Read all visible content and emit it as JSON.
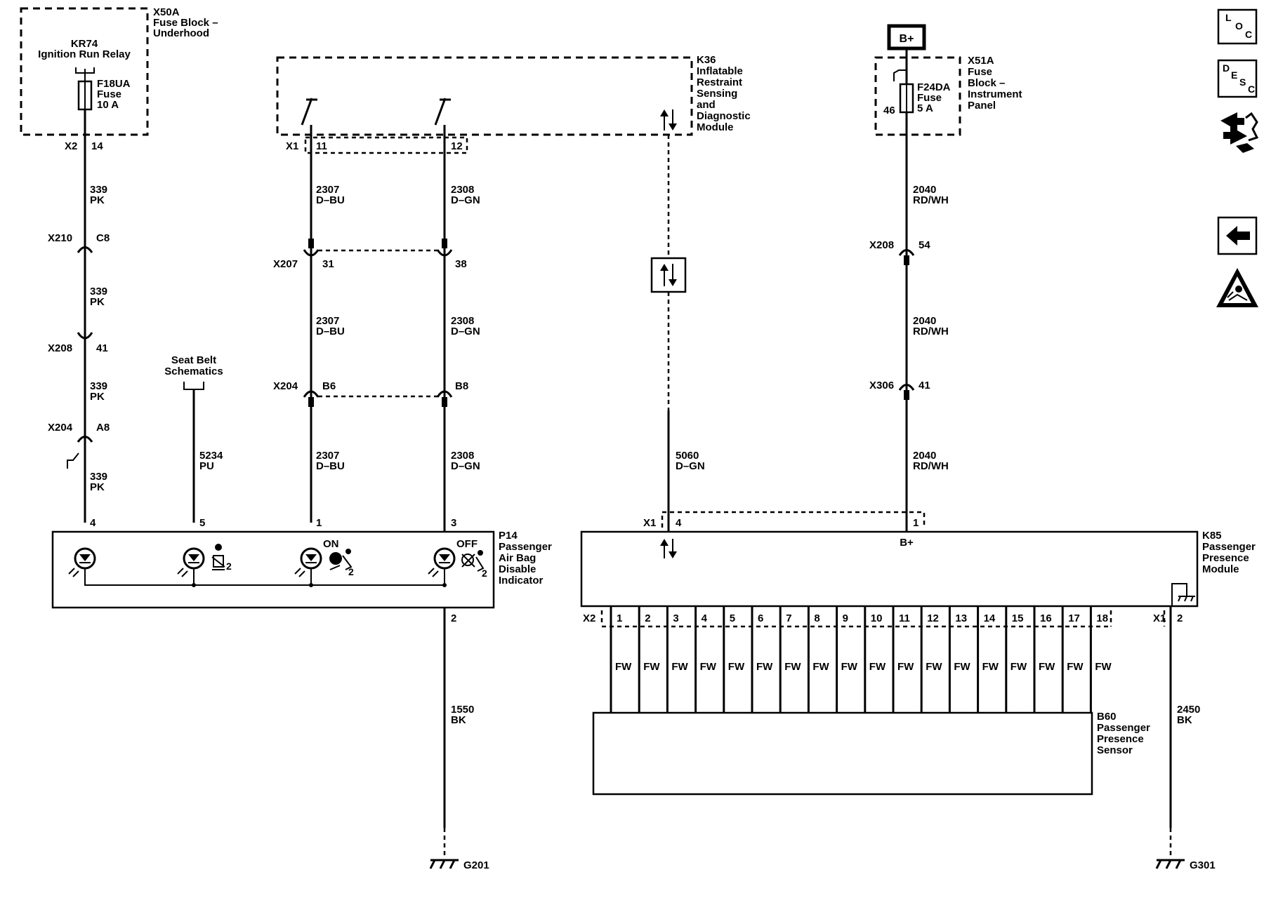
{
  "modules": {
    "x50a": {
      "id": "X50A",
      "name_l1": "Fuse Block –",
      "name_l2": "Underhood"
    },
    "kr74": {
      "id": "KR74",
      "name": "Ignition Run Relay"
    },
    "f18ua": {
      "id": "F18UA",
      "l2": "Fuse",
      "l3": "10 A"
    },
    "k36": {
      "id": "K36",
      "l1": "Inflatable",
      "l2": "Restraint",
      "l3": "Sensing",
      "l4": "and",
      "l5": "Diagnostic",
      "l6": "Module"
    },
    "bplus": "B+",
    "x51a": {
      "id": "X51A",
      "l1": "Fuse",
      "l2": "Block –",
      "l3": "Instrument",
      "l4": "Panel"
    },
    "f24da": {
      "id": "F24DA",
      "l2": "Fuse",
      "l3": "5 A",
      "pin": "46"
    },
    "seatbelt": {
      "l1": "Seat Belt",
      "l2": "Schematics"
    },
    "p14": {
      "id": "P14",
      "l1": "Passenger",
      "l2": "Air Bag",
      "l3": "Disable",
      "l4": "Indicator",
      "on": "ON",
      "off": "OFF",
      "sub": "2"
    },
    "k85": {
      "id": "K85",
      "l1": "Passenger",
      "l2": "Presence",
      "l3": "Module",
      "bplus": "B+"
    },
    "b60": {
      "id": "B60",
      "l1": "Passenger",
      "l2": "Presence",
      "l3": "Sensor"
    },
    "g201": "G201",
    "g301": "G301"
  },
  "connectors": {
    "x2_14": {
      "c": "X2",
      "p": "14"
    },
    "x210_c8": {
      "c": "X210",
      "p": "C8"
    },
    "x208_41": {
      "c": "X208",
      "p": "41"
    },
    "x204_a8": {
      "c": "X204",
      "p": "A8"
    },
    "x1_11": {
      "c": "X1",
      "p": "11"
    },
    "x1_12": {
      "p": "12"
    },
    "x207": {
      "c": "X207",
      "p1": "31",
      "p2": "38"
    },
    "x204b": {
      "c": "X204",
      "p1": "B6",
      "p2": "B8"
    },
    "x208_54": {
      "c": "X208",
      "p": "54"
    },
    "x306_41": {
      "c": "X306",
      "p": "41"
    },
    "p14_pins": [
      "4",
      "5",
      "1",
      "3"
    ],
    "p14_gnd": "2",
    "k85_x1": {
      "c": "X1",
      "p1": "4",
      "p2": "1"
    },
    "k85_x2": "X2",
    "k85_gnd": {
      "c": "X1",
      "p": "2"
    }
  },
  "wires": {
    "w339": {
      "n": "339",
      "c": "PK"
    },
    "w5234": {
      "n": "5234",
      "c": "PU"
    },
    "w2307": {
      "n": "2307",
      "c": "D–BU"
    },
    "w2308": {
      "n": "2308",
      "c": "D–GN"
    },
    "w5060": {
      "n": "5060",
      "c": "D–GN"
    },
    "w2040": {
      "n": "2040",
      "c": "RD/WH"
    },
    "w1550": {
      "n": "1550",
      "c": "BK"
    },
    "w2450": {
      "n": "2450",
      "c": "BK"
    },
    "fw_label": "FW"
  },
  "sensor_pins": [
    "1",
    "2",
    "3",
    "4",
    "5",
    "6",
    "7",
    "8",
    "9",
    "10",
    "11",
    "12",
    "13",
    "14",
    "15",
    "16",
    "17",
    "18"
  ],
  "side_icons": {
    "loc": {
      "a": "L",
      "b": "O",
      "c": "C"
    },
    "desc": {
      "a": "D",
      "b": "E",
      "c": "S",
      "d": "C"
    },
    "list": [
      "loc-icon",
      "desc-icon",
      "connector-tool-icon",
      "back-arrow-icon",
      "esd-warning-icon"
    ]
  }
}
